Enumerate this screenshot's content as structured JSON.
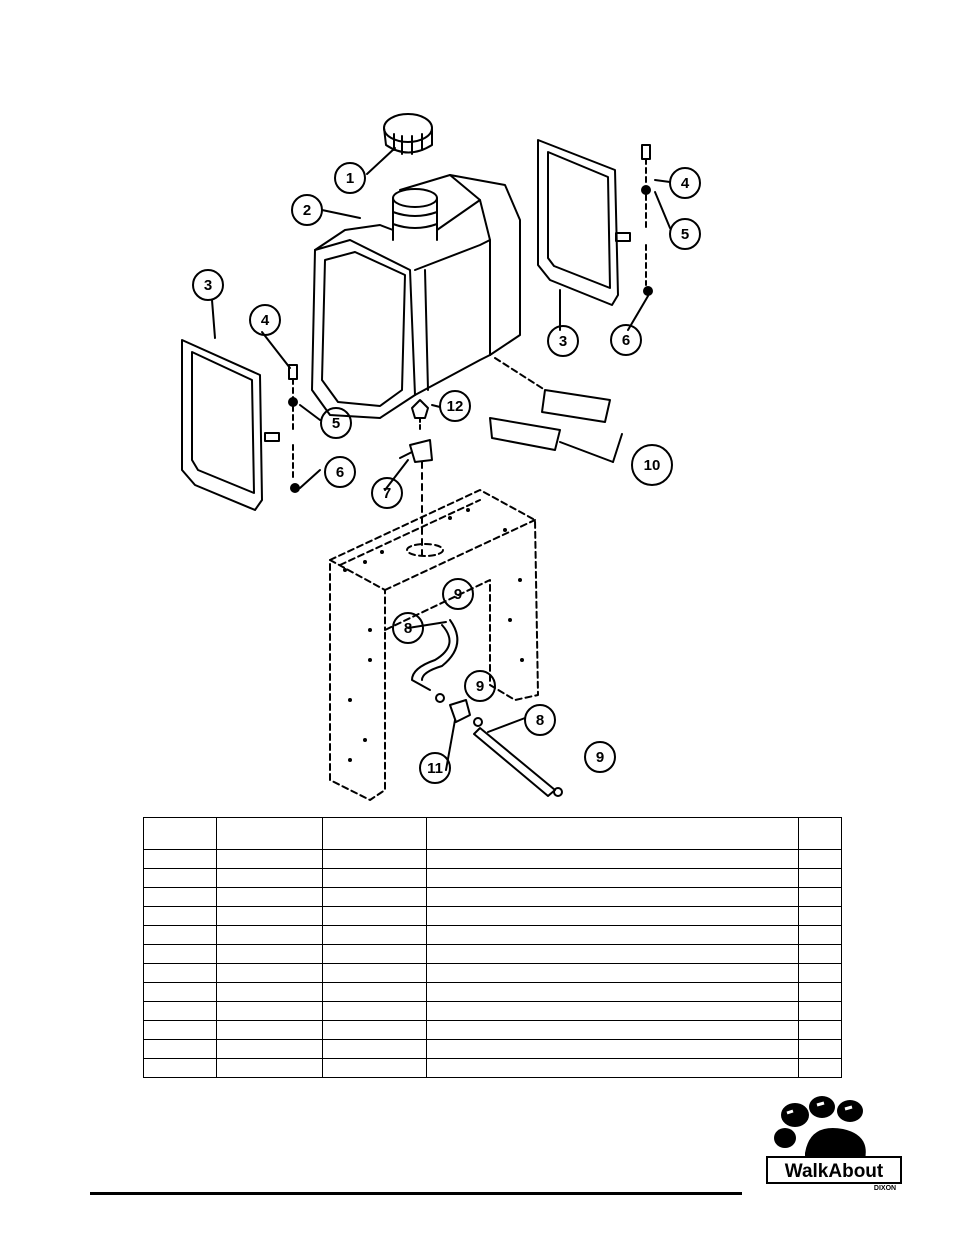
{
  "diagram": {
    "callouts": [
      "1",
      "2",
      "3",
      "4",
      "5",
      "6",
      "3",
      "4",
      "5",
      "6",
      "7",
      "8",
      "8",
      "9",
      "9",
      "9",
      "10",
      "11",
      "12"
    ]
  },
  "table": {
    "rows": [
      [
        "",
        "",
        "",
        "",
        ""
      ],
      [
        "",
        "",
        "",
        "",
        ""
      ],
      [
        "",
        "",
        "",
        "",
        ""
      ],
      [
        "",
        "",
        "",
        "",
        ""
      ],
      [
        "",
        "",
        "",
        "",
        ""
      ],
      [
        "",
        "",
        "",
        "",
        ""
      ],
      [
        "",
        "",
        "",
        "",
        ""
      ],
      [
        "",
        "",
        "",
        "",
        ""
      ],
      [
        "",
        "",
        "",
        "",
        ""
      ],
      [
        "",
        "",
        "",
        "",
        ""
      ],
      [
        "",
        "",
        "",
        "",
        ""
      ],
      [
        "",
        "",
        "",
        "",
        ""
      ],
      [
        "",
        "",
        "",
        "",
        ""
      ]
    ]
  },
  "logo": {
    "wordmark": "WalkAbout",
    "subtext": "DIXON"
  }
}
